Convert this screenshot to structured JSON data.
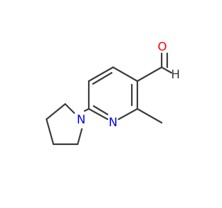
{
  "molecule": {
    "atoms": {
      "oxygen": {
        "symbol": "O",
        "color": "#ff0000"
      },
      "aldehyde_hydrogen": {
        "symbol": "H",
        "color": "#3a3a3a"
      },
      "pyridine_nitrogen": {
        "symbol": "N",
        "color": "#0000ff"
      },
      "pyrrolidine_nitrogen": {
        "symbol": "N",
        "color": "#0000ff"
      }
    },
    "bond_color": "#3a3a3a"
  }
}
